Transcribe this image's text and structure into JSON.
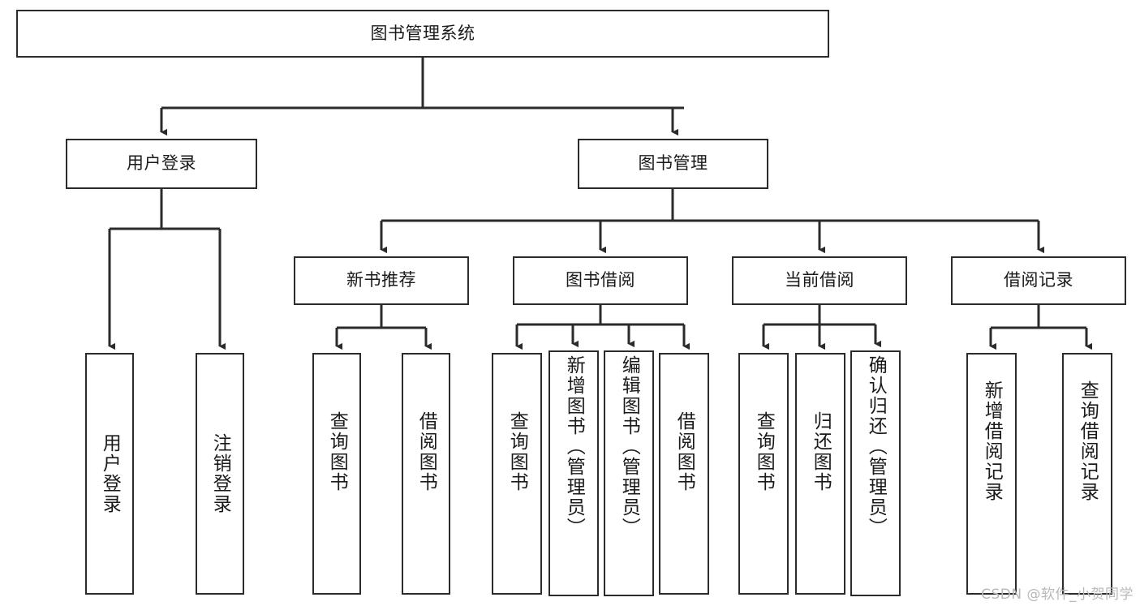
{
  "diagram": {
    "title_node": {
      "label": "图书管理系统"
    },
    "level2": [
      {
        "id": "user-login",
        "label": "用户登录"
      },
      {
        "id": "book-management",
        "label": "图书管理"
      }
    ],
    "level3": [
      {
        "id": "new-book-recommend",
        "label": "新书推荐"
      },
      {
        "id": "book-borrow",
        "label": "图书借阅"
      },
      {
        "id": "current-borrow",
        "label": "当前借阅"
      },
      {
        "id": "borrow-record",
        "label": "借阅记录"
      }
    ],
    "leaves": [
      {
        "id": "leaf-user-login",
        "label": "用户登录",
        "parent": "user-login"
      },
      {
        "id": "leaf-logout-login",
        "label": "注销登录",
        "parent": "user-login"
      },
      {
        "id": "leaf-query-book-1",
        "label": "查询图书",
        "parent": "new-book-recommend"
      },
      {
        "id": "leaf-borrow-book-1",
        "label": "借阅图书",
        "parent": "new-book-recommend"
      },
      {
        "id": "leaf-query-book-2",
        "label": "查询图书",
        "parent": "book-borrow"
      },
      {
        "id": "leaf-add-book",
        "label": "新增图书（管理员）",
        "parent": "book-borrow"
      },
      {
        "id": "leaf-edit-book",
        "label": "编辑图书（管理员）",
        "parent": "book-borrow"
      },
      {
        "id": "leaf-borrow-book-2",
        "label": "借阅图书",
        "parent": "book-borrow"
      },
      {
        "id": "leaf-query-book-3",
        "label": "查询图书",
        "parent": "current-borrow"
      },
      {
        "id": "leaf-return-book",
        "label": "归还图书",
        "parent": "current-borrow"
      },
      {
        "id": "leaf-confirm-return",
        "label": "确认归还（管理员）",
        "parent": "current-borrow"
      },
      {
        "id": "leaf-add-record",
        "label": "新增借阅记录",
        "parent": "borrow-record"
      },
      {
        "id": "leaf-query-record",
        "label": "查询借阅记录",
        "parent": "borrow-record"
      }
    ],
    "colors": {
      "border": "#2b2b2b",
      "background": "#ffffff",
      "text": "#1a1a1a",
      "watermark": "#b8b8b8"
    }
  },
  "watermark": {
    "text": "CSDN @软件_小贺同学"
  }
}
